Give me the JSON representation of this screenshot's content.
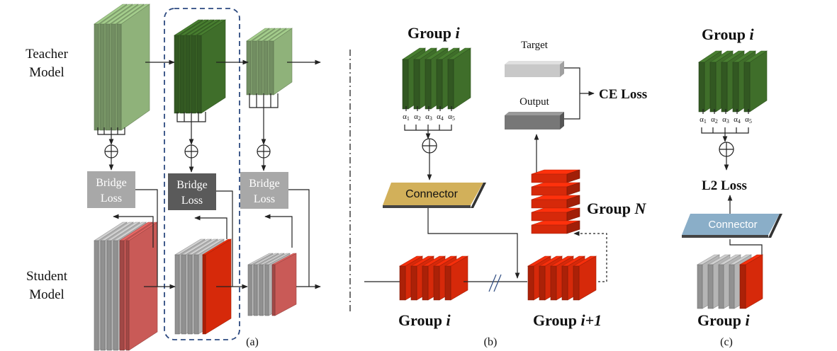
{
  "panel_a": {
    "teacher_label_1": "Teacher",
    "teacher_label_2": "Model",
    "student_label_1": "Student",
    "student_label_2": "Model",
    "bridge_loss_1": "Bridge",
    "bridge_loss_2": "Loss",
    "caption": "(a)"
  },
  "panel_b": {
    "group_i_top": "Group",
    "group_i_italic": "i",
    "alphas": [
      "α",
      "α",
      "α",
      "α",
      "α"
    ],
    "alpha_subs": [
      "1",
      "2",
      "3",
      "4",
      "5"
    ],
    "target": "Target",
    "output": "Output",
    "ce_loss": "CE Loss",
    "connector": "Connector",
    "group_n": "Group",
    "group_n_italic": "N",
    "group_i_bottom": "Group",
    "group_i_bottom_italic": "i",
    "group_i1": "Group",
    "group_i1_italic": "i+1",
    "caption": "(b)"
  },
  "panel_c": {
    "group_i_top": "Group",
    "group_i_italic": "i",
    "l2_loss": "L2 Loss",
    "connector": "Connector",
    "group_i_bottom": "Group",
    "group_i_bottom_italic": "i",
    "caption": "(c)"
  },
  "colors": {
    "teacher_light": "#8fb27a",
    "teacher_dark": "#3f6e2a",
    "student_grey": "#b5b5b5",
    "student_red_light": "#c95a57",
    "student_red": "#d6290a",
    "bridge_grey": "#a8a8a8",
    "bridge_dark": "#5a5a5a",
    "connector_gold": "#d2b05a",
    "connector_blue": "#8aaec8",
    "dashed_blue": "#2d4a80"
  }
}
